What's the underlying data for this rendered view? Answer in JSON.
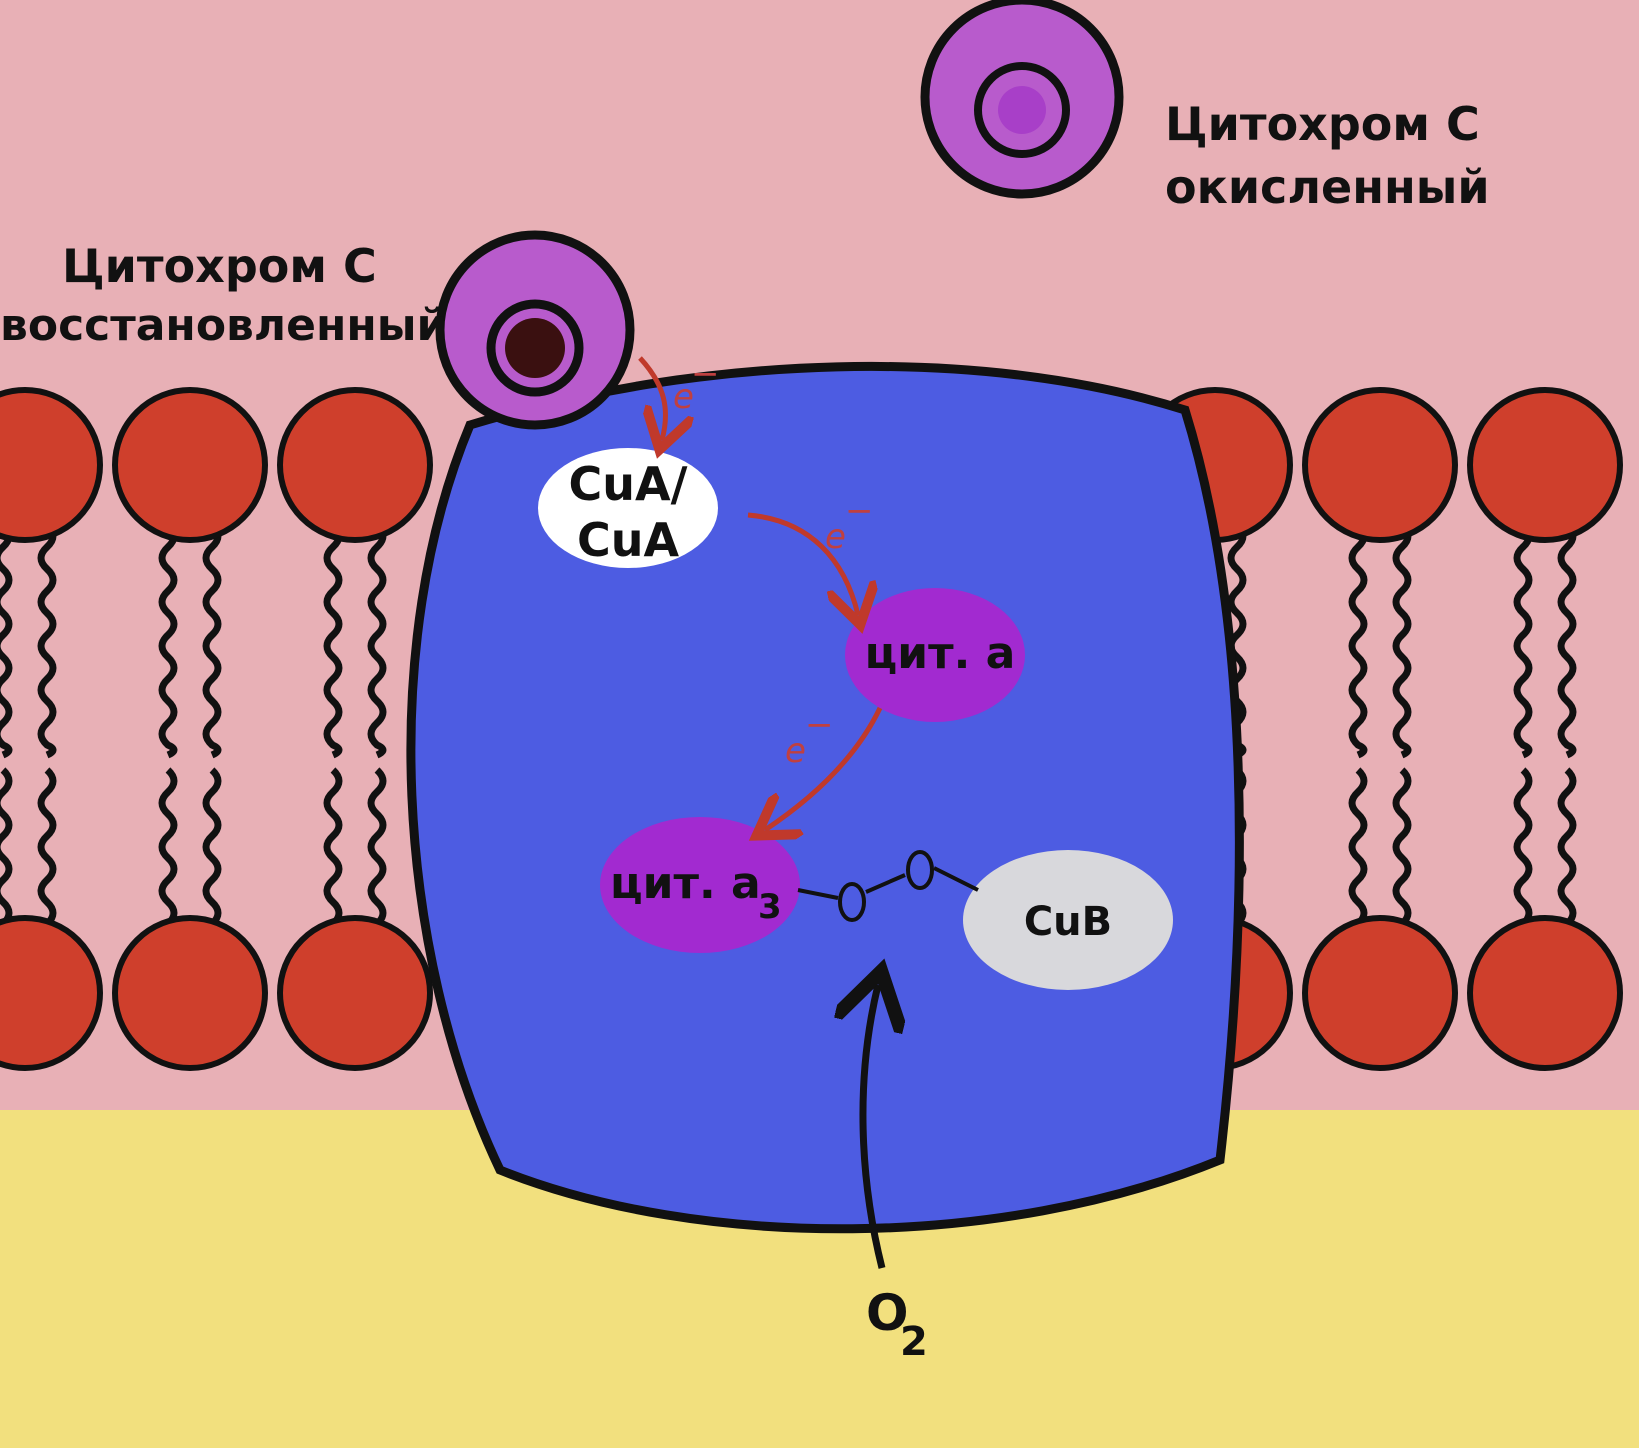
{
  "labels": {
    "cytc_oxidized_line1": "Цитохром С",
    "cytc_oxidized_line2": "окисленный",
    "cytc_reduced_line1": "Цитохром С",
    "cytc_reduced_line2": "восстановленный",
    "cua_line1": "CuA/",
    "cua_line2": "CuA",
    "cyt_a": "цит. а",
    "cyt_a3": "цит. а",
    "cyt_a3_sub": "3",
    "cub": "CuB",
    "oxygen": "O",
    "oxygen_sub": "2",
    "electron": "e",
    "electron_sup": "−",
    "o_atom": "O"
  },
  "colors": {
    "intermembrane_space": "#e8b0b6",
    "matrix": "#f2e07e",
    "lipid_head": "#cf3f2c",
    "protein": "#4d5ce2",
    "cyt_outer": "#b85bcc",
    "cyt_oxidized_core": "#a83fc8",
    "cyt_reduced_core": "#3a1010",
    "heme_magenta": "#a22ad0",
    "cua_fill": "#ffffff",
    "cub_fill": "#d8d8dc",
    "electron_arrow": "#c0392b"
  }
}
